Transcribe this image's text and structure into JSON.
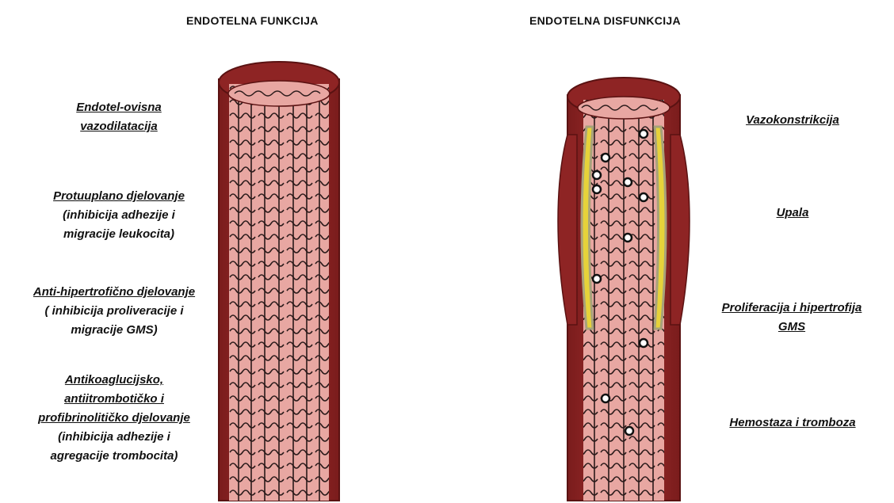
{
  "headings": {
    "left": "ENDOTELNA FUNKCIJA",
    "right": "ENDOTELNA DISFUNKCIJA"
  },
  "left_labels": {
    "l1": {
      "title": [
        "Endotel-ovisna",
        "vazodilatacija"
      ],
      "sub": []
    },
    "l2": {
      "title": [
        "Protuuplano djelovanje"
      ],
      "sub": [
        "(inhibicija adhezije i",
        "migracije leukocita)"
      ]
    },
    "l3": {
      "title": [
        "Anti-hipertrofično djelovanje"
      ],
      "sub": [
        "( inhibicija  proliveracije i",
        "migracije GMS)"
      ]
    },
    "l4": {
      "title": [
        "Antikoaglucijsko,",
        "antiitrombotičko i",
        "profibrinolitičko djelovanje"
      ],
      "sub": [
        "(inhibicija adhezije i",
        "agregacije trombocita)"
      ]
    }
  },
  "right_labels": {
    "r1": {
      "title": [
        "Vazokonstrikcija"
      ]
    },
    "r2": {
      "title": [
        "Upala"
      ]
    },
    "r3": {
      "title": [
        "Proliferacija i hipertrofija",
        "GMS"
      ]
    },
    "r4": {
      "title": [
        "Hemostaza i tromboza"
      ]
    }
  },
  "colors": {
    "vessel_wall": "#9b2a2a",
    "vessel_wall_dark": "#6e1717",
    "endothelium": "#e8a7a2",
    "fiber_line": "#2a1a1a",
    "plaque_yellow": "#e6d23a",
    "plaque_tan": "#a7a27a"
  }
}
